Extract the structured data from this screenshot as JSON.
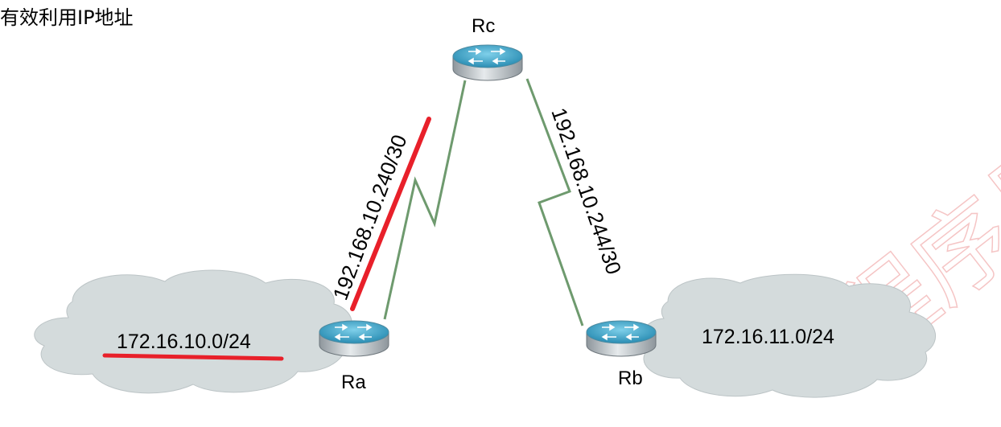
{
  "title": "有效利用IP地址",
  "routers": {
    "rc": {
      "label": "Rc"
    },
    "ra": {
      "label": "Ra"
    },
    "rb": {
      "label": "Rb"
    }
  },
  "networks": {
    "left": {
      "label": "172.16.10.0/24"
    },
    "right": {
      "label": "172.16.11.0/24"
    }
  },
  "links": {
    "ra_rc": {
      "label": "192.168.10.240/30"
    },
    "rc_rb": {
      "label": "192.168.10.244/30"
    }
  },
  "watermark": {
    "text": "程序员"
  },
  "colors": {
    "link": "#6e9a6e",
    "highlight": "#e8202a",
    "cloud": "#d4dbdc",
    "router_top": "#3ea3c6",
    "router_body": "#b9c0c5"
  }
}
